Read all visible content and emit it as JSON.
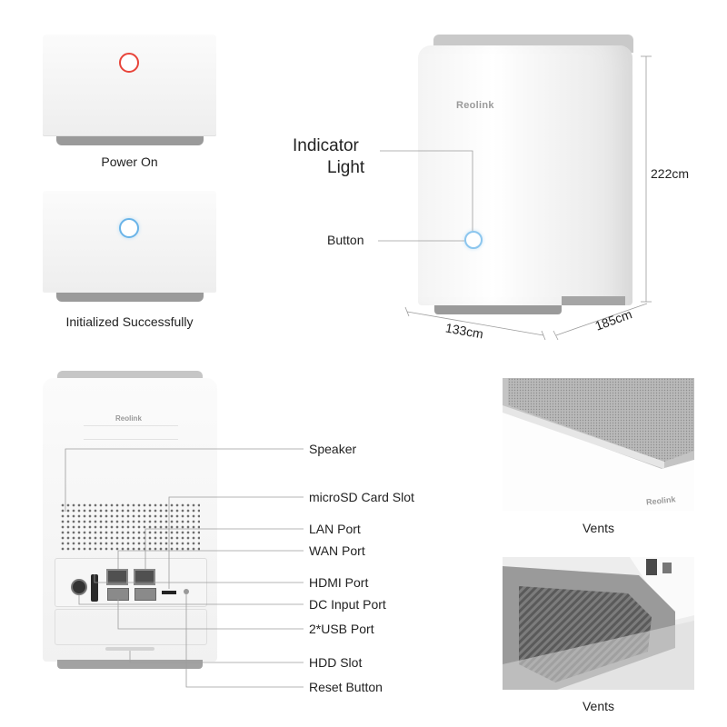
{
  "status_views": {
    "power_on": {
      "caption": "Power On",
      "indicator_color": "#e8443a"
    },
    "initialized": {
      "caption": "Initialized Successfully",
      "indicator_color": "#6ab4e8"
    }
  },
  "front_view": {
    "brand": "Reolink",
    "indicator_label_line1": "Indicator",
    "indicator_label_line2": "Light",
    "button_label": "Button",
    "height": "222cm",
    "width": "133cm",
    "depth": "185cm"
  },
  "rear_view": {
    "brand": "Reolink",
    "callouts": {
      "speaker": "Speaker",
      "microsd": "microSD Card Slot",
      "lan": "LAN Port",
      "wan": "WAN Port",
      "hdmi": "HDMI Port",
      "dc": "DC Input Port",
      "usb": "2*USB Port",
      "hdd": "HDD Slot",
      "reset": "Reset Button"
    }
  },
  "vent_views": {
    "top_caption": "Vents",
    "bottom_caption": "Vents",
    "brand": "Reolink"
  }
}
